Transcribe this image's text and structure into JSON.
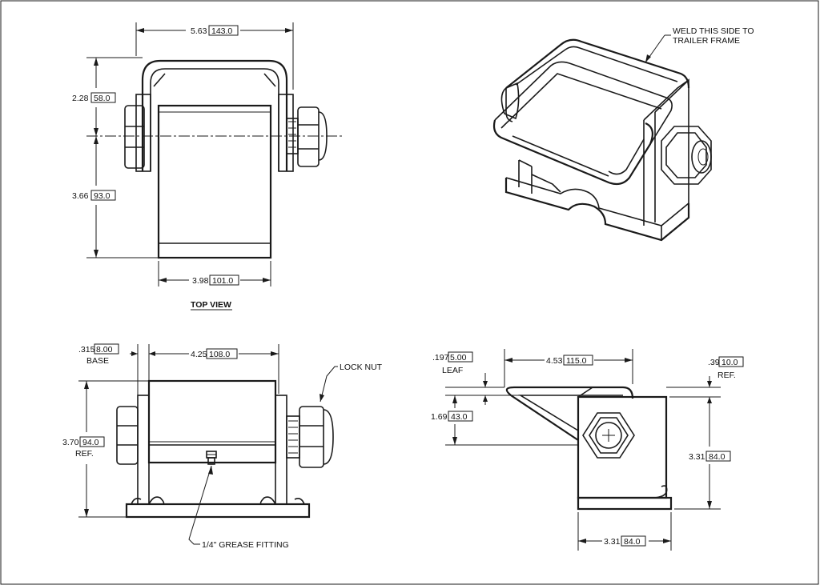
{
  "top_view": {
    "title": "TOP VIEW",
    "width_overall": "5.63",
    "width_overall_mm": "143.0",
    "depth_front": "2.28",
    "depth_front_mm": "58.0",
    "depth_rear": "3.66",
    "depth_rear_mm": "93.0",
    "leaf_width": "3.98",
    "leaf_width_mm": "101.0"
  },
  "iso_view": {
    "note_line1": "WELD THIS SIDE TO",
    "note_line2": "TRAILER FRAME"
  },
  "front_view": {
    "base_thk": ".315",
    "base_thk_mm": "8.00",
    "base_label": "BASE",
    "width": "4.25",
    "width_mm": "108.0",
    "height": "3.70",
    "height_mm": "94.0",
    "height_ref": "REF.",
    "lock_nut": "LOCK NUT",
    "grease_fitting": "1/4\" GREASE FITTING"
  },
  "side_view": {
    "leaf_thk": ".197",
    "leaf_thk_mm": "5.00",
    "leaf_label": "LEAF",
    "length": "4.53",
    "length_mm": "115.0",
    "ref_dim": ".39",
    "ref_dim_mm": "10.0",
    "ref_label": "REF.",
    "axle_height": "1.69",
    "axle_height_mm": "43.0",
    "height": "3.31",
    "height_mm": "84.0",
    "base_width": "3.31",
    "base_width_mm": "84.0"
  }
}
